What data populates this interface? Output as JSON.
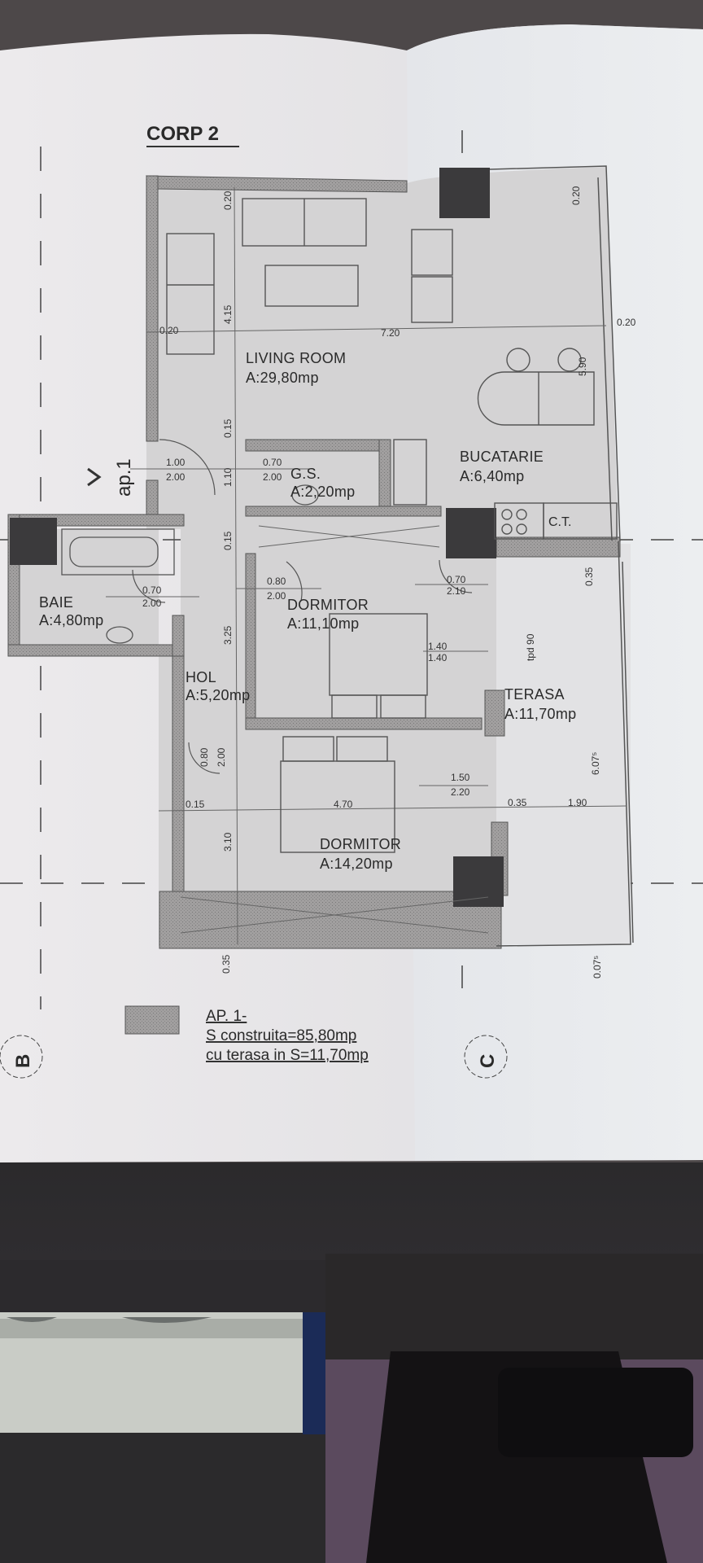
{
  "plan": {
    "title": "CORP 2",
    "apartment_tag": "ap.1",
    "grid_axes": [
      "B",
      "C"
    ],
    "rooms": [
      {
        "name": "LIVING ROOM",
        "area": "A:29,80mp"
      },
      {
        "name": "BUCATARIE",
        "area": "A:6,40mp"
      },
      {
        "name": "G.S.",
        "area": "A:2,20mp"
      },
      {
        "name": "BAIE",
        "area": "A:4,80mp"
      },
      {
        "name": "HOL",
        "area": "A:5,20mp"
      },
      {
        "name": "DORMITOR",
        "area": "A:11,10mp"
      },
      {
        "name": "DORMITOR",
        "area": "A:14,20mp"
      },
      {
        "name": "TERASA",
        "area": "A:11,70mp"
      }
    ],
    "fixture_labels": {
      "boiler": "C.T."
    },
    "dimensions": {
      "living_top_wall": "0.20",
      "living_depth": "4.15",
      "living_left": "0.20",
      "living_width": "7.20",
      "kitchen_top": "0.20",
      "kitchen_depth": "5.90",
      "right_wall": "0.20",
      "wall_015_a": "0.15",
      "hall_110": "1.10",
      "wall_015_b": "0.15",
      "hall_325": "3.25",
      "wall_015_c": "0.15",
      "bed_310": "3.10",
      "bottom_035": "0.35",
      "bed_width": "4.70",
      "terrace_top": "0.35",
      "terrace_len": "6.07⁵",
      "terrace_left": "0.35",
      "terrace_width": "1.90",
      "terrace_bottom": "0.07⁵",
      "parapet_note": "tpd 90"
    },
    "doors": [
      {
        "w": "1.00",
        "h": "2.00"
      },
      {
        "w": "0.70",
        "h": "2.00"
      },
      {
        "w": "0.70",
        "h": "2.00"
      },
      {
        "w": "0.80",
        "h": "2.00"
      },
      {
        "w": "0.70",
        "h": "2.10"
      },
      {
        "w": "0.80",
        "h": "2.00"
      }
    ],
    "windows": [
      {
        "w": "1.40",
        "h": "1.40"
      },
      {
        "w": "1.50",
        "h": "2.20"
      }
    ],
    "summary": {
      "line1": "AP. 1-",
      "line2": "S construita=85,80mp",
      "line3": "cu terasa in S=11,70mp"
    }
  },
  "colors": {
    "paper": "#e9e8ea",
    "wall_hatch": "#9a9898",
    "column": "#3a3a3c",
    "background": "#4d4849",
    "purple_surface": "#5b4a5e"
  }
}
